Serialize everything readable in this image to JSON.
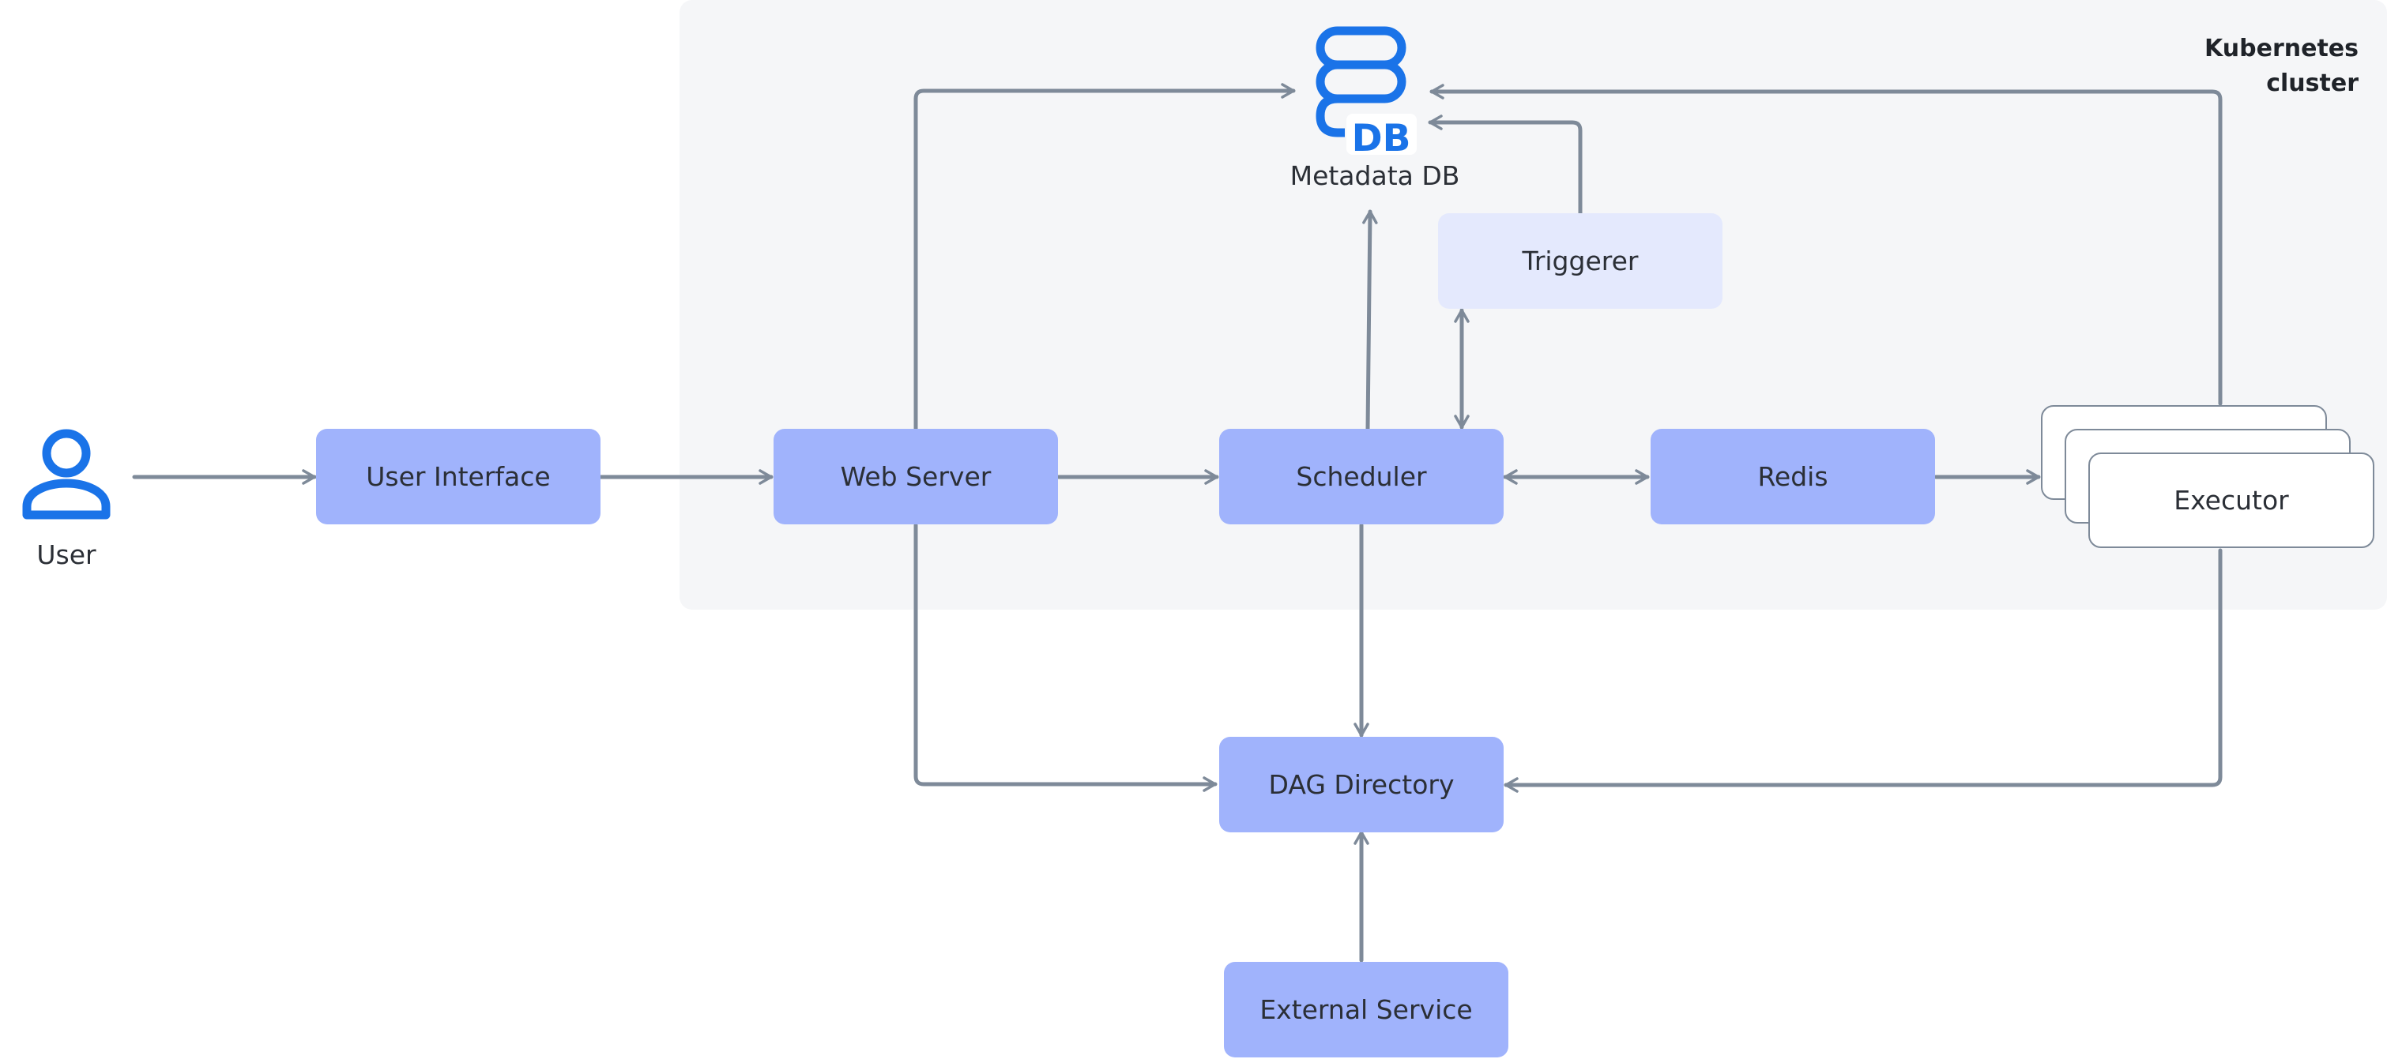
{
  "diagram": {
    "cluster": {
      "label": "Kubernetes\ncluster"
    },
    "user": {
      "label": "User",
      "icon": "user-icon"
    },
    "database": {
      "label": "Metadata DB",
      "icon": "database-icon",
      "icon_text": "DB",
      "color": "#1a73e8"
    },
    "nodes": {
      "user_interface": "User Interface",
      "web_server": "Web Server",
      "scheduler": "Scheduler",
      "triggerer": "Triggerer",
      "redis": "Redis",
      "executor": "Executor",
      "dag_directory": "DAG Directory",
      "external_service": "External Service"
    },
    "edges": [
      {
        "from": "User",
        "to": "User Interface",
        "direction": "forward"
      },
      {
        "from": "User Interface",
        "to": "Web Server",
        "direction": "forward"
      },
      {
        "from": "Web Server",
        "to": "Scheduler",
        "direction": "forward"
      },
      {
        "from": "Web Server",
        "to": "Metadata DB",
        "direction": "forward"
      },
      {
        "from": "Web Server",
        "to": "DAG Directory",
        "direction": "forward"
      },
      {
        "from": "Scheduler",
        "to": "Metadata DB",
        "direction": "forward"
      },
      {
        "from": "Scheduler",
        "to": "DAG Directory",
        "direction": "forward"
      },
      {
        "from": "Scheduler",
        "to": "Triggerer",
        "direction": "both"
      },
      {
        "from": "Scheduler",
        "to": "Redis",
        "direction": "both"
      },
      {
        "from": "Triggerer",
        "to": "Metadata DB",
        "direction": "forward"
      },
      {
        "from": "Redis",
        "to": "Executor",
        "direction": "forward"
      },
      {
        "from": "Executor",
        "to": "Metadata DB",
        "direction": "forward"
      },
      {
        "from": "Executor",
        "to": "DAG Directory",
        "direction": "forward"
      },
      {
        "from": "External Service",
        "to": "DAG Directory",
        "direction": "forward"
      }
    ],
    "colors": {
      "node_primary": "#a0b3fc",
      "node_light": "#e4e9fd",
      "cluster_background": "#f5f6f8",
      "edge": "#7e8a99",
      "icon_blue": "#1a73e8",
      "text": "#2b2f36"
    }
  }
}
